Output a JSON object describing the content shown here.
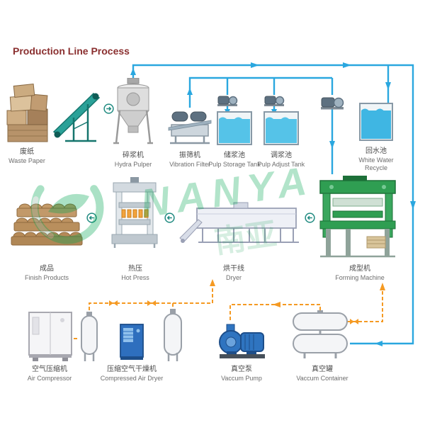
{
  "title": "Production Line Process",
  "watermark": {
    "brand": "NANYA",
    "brand_cn": "南亚"
  },
  "colors": {
    "title": "#8a2f2f",
    "pipe_water": "#2aa7df",
    "pipe_air": "#f59a23",
    "brand_green": "#00a651"
  },
  "stations": {
    "waste_paper": {
      "zh": "废纸",
      "en": "Waste Paper"
    },
    "hydra_pulper": {
      "zh": "碎浆机",
      "en": "Hydra Pulper"
    },
    "vibration_filter": {
      "zh": "振筛机",
      "en": "Vibration Filter"
    },
    "pulp_storage_tank": {
      "zh": "储浆池",
      "en": "Pulp Storage Tank"
    },
    "pulp_adjust_tank": {
      "zh": "调浆池",
      "en": "Pulp Adjust Tank"
    },
    "white_water_recycle": {
      "zh": "回水池",
      "en": "White Water",
      "en2": "Recycle"
    },
    "finish_products": {
      "zh": "成品",
      "en": "Finish Products"
    },
    "hot_press": {
      "zh": "热压",
      "en": "Hot Press"
    },
    "dryer": {
      "zh": "烘干线",
      "en": "Dryer"
    },
    "forming_machine": {
      "zh": "成型机",
      "en": "Forming Machine"
    },
    "air_compressor": {
      "zh": "空气压缩机",
      "en": "Air Compressor"
    },
    "compressed_air_dryer": {
      "zh": "压缩空气干燥机",
      "en": "Compressed Air Dryer"
    },
    "vacuum_pump": {
      "zh": "真空泵",
      "en": "Vaccum Pump"
    },
    "vacuum_container": {
      "zh": "真空罐",
      "en": "Vaccum Container"
    }
  }
}
